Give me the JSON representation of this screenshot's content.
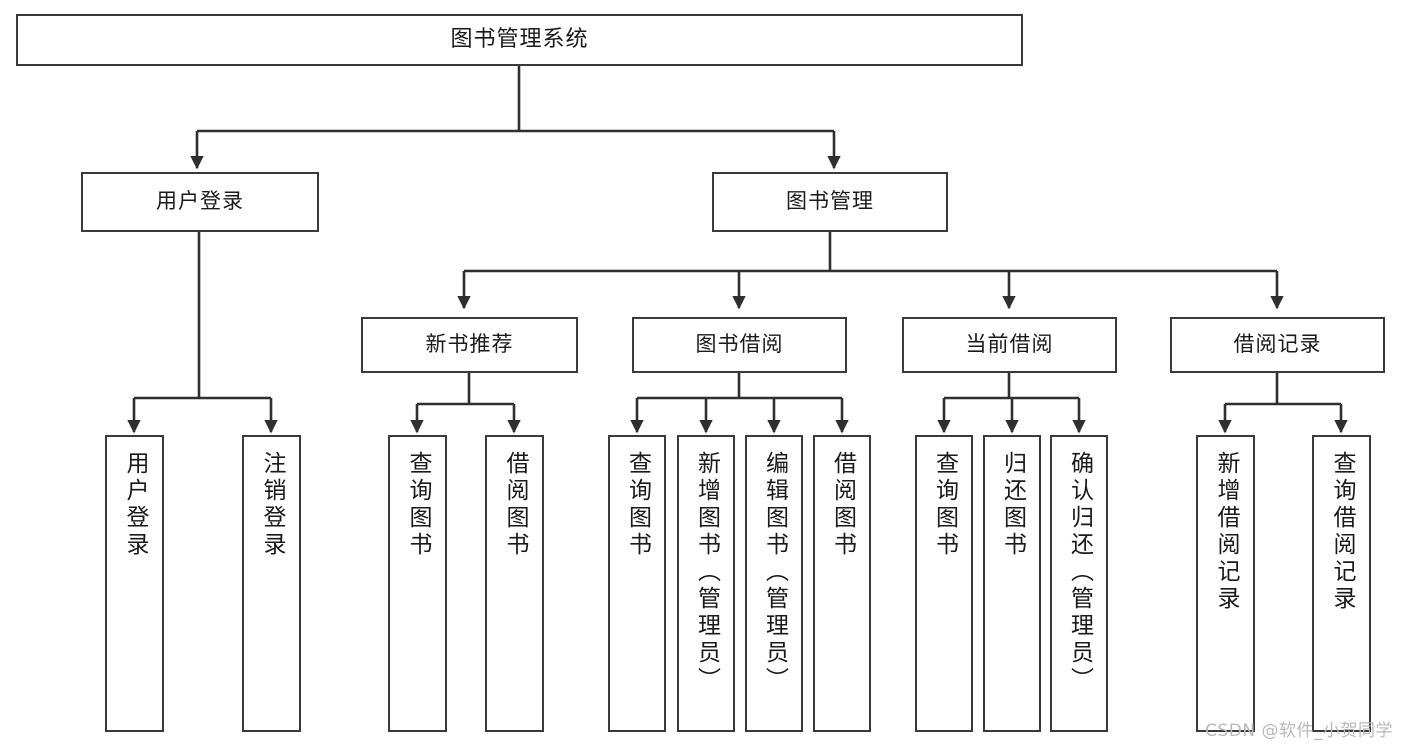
{
  "diagram": {
    "title": "图书管理系统",
    "type": "hierarchy-tree",
    "orientation": "top-down",
    "colors": {
      "box_border": "#3a3a3a",
      "box_fill": "#ffffff",
      "connector": "#2f2f2f",
      "text": "#1a1a1a",
      "watermark": "#b9b9b9",
      "background": "#ffffff"
    }
  },
  "root": {
    "label": "图书管理系统"
  },
  "level2": [
    {
      "id": "user-login",
      "label": "用户登录"
    },
    {
      "id": "book-management",
      "label": "图书管理"
    }
  ],
  "level3": [
    {
      "id": "new-book-recommend",
      "label": "新书推荐"
    },
    {
      "id": "book-borrow",
      "label": "图书借阅"
    },
    {
      "id": "current-borrow",
      "label": "当前借阅"
    },
    {
      "id": "borrow-record",
      "label": "借阅记录"
    }
  ],
  "leaves": {
    "user_login": [
      {
        "id": "login",
        "label": "用户登录"
      },
      {
        "id": "logout",
        "label": "注销登录"
      }
    ],
    "new_book_recommend": [
      {
        "id": "query-book",
        "label": "查询图书"
      },
      {
        "id": "borrow-book",
        "label": "借阅图书"
      }
    ],
    "book_borrow": [
      {
        "id": "query-book",
        "label": "查询图书"
      },
      {
        "id": "add-book-admin",
        "label": "新增图书（管理员）"
      },
      {
        "id": "edit-book-admin",
        "label": "编辑图书（管理员）"
      },
      {
        "id": "borrow-book",
        "label": "借阅图书"
      }
    ],
    "current_borrow": [
      {
        "id": "query-book",
        "label": "查询图书"
      },
      {
        "id": "return-book",
        "label": "归还图书"
      },
      {
        "id": "confirm-return-admin",
        "label": "确认归还（管理员）"
      }
    ],
    "borrow_record": [
      {
        "id": "add-record",
        "label": "新增借阅记录"
      },
      {
        "id": "query-record",
        "label": "查询借阅记录"
      }
    ]
  },
  "watermark": {
    "text": "CSDN @软件_小贺同学"
  }
}
